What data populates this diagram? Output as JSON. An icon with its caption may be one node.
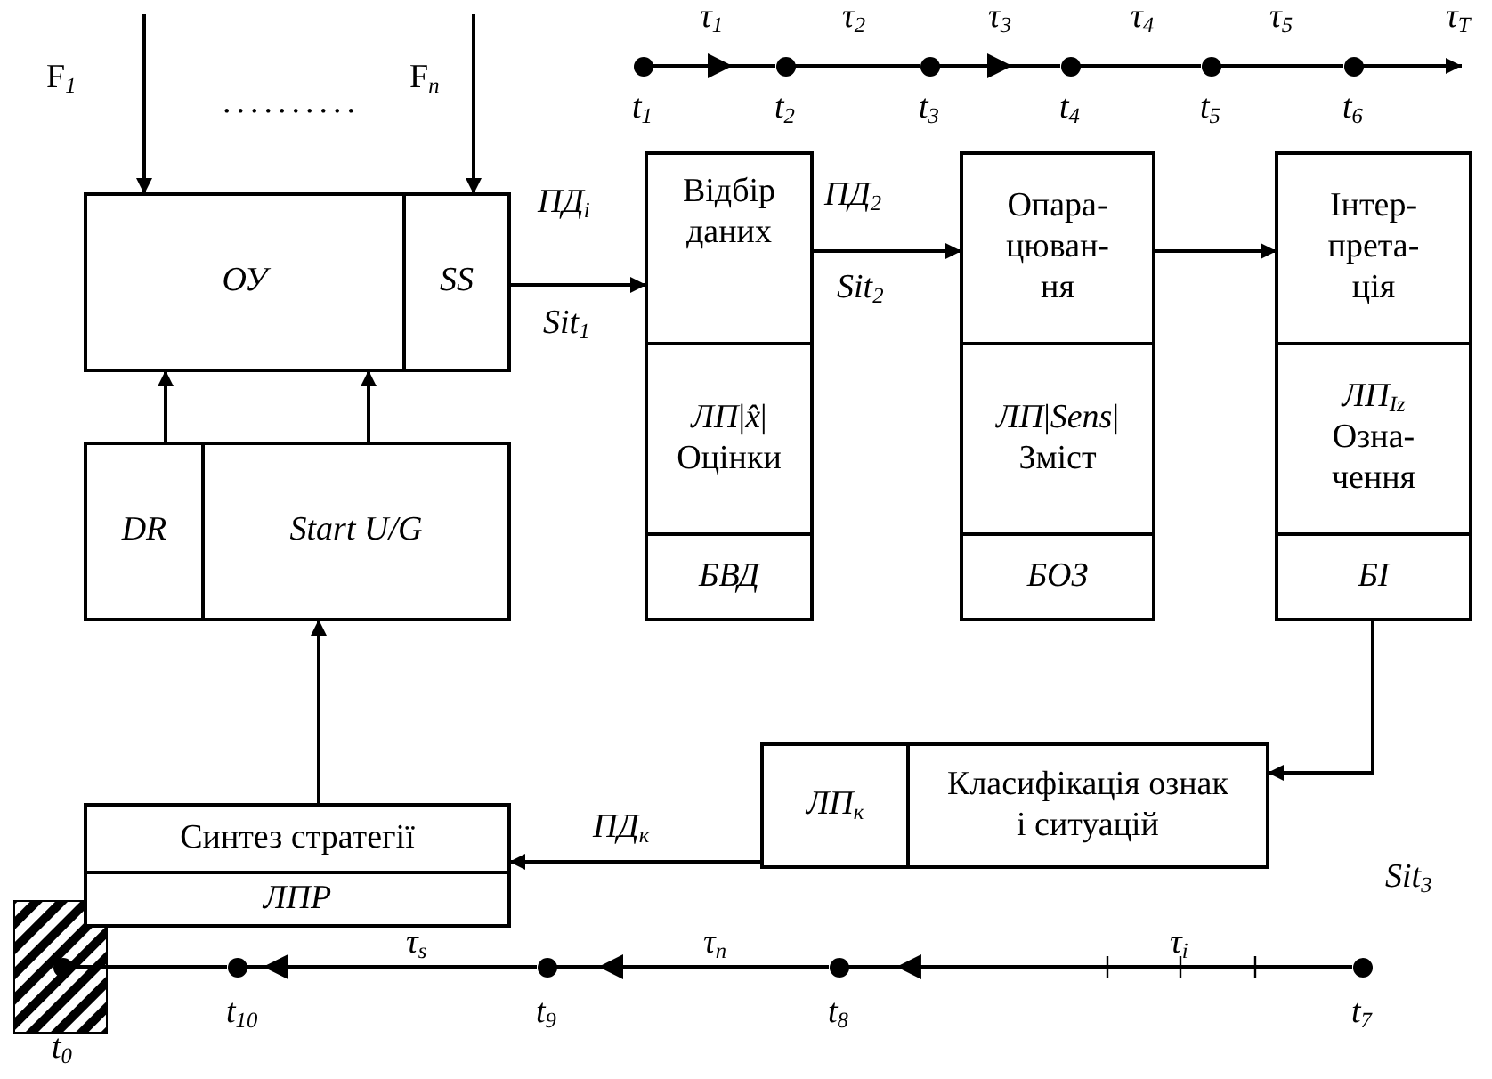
{
  "diagram": {
    "nodes": [
      {
        "text": [
          "ОУ"
        ]
      },
      {
        "text": [
          "SS"
        ]
      },
      {
        "text": [
          "DR"
        ]
      },
      {
        "text": [
          "Start U/G"
        ]
      },
      {
        "text": [
          "Відбір даних"
        ]
      },
      {
        "text": [
          "*ЛП*|*x̂*|",
          "Оцінки"
        ]
      },
      {
        "text": [
          "БВД"
        ]
      },
      {
        "text": [
          "Опара- цюван- ня"
        ]
      },
      {
        "text": [
          "*ЛП*|*Sens*|",
          "Зміст"
        ]
      },
      {
        "text": [
          "БОЗ"
        ]
      },
      {
        "text": [
          "Інтер- прета- ція"
        ]
      },
      {
        "text": [
          "*ЛП*$_{Iz}$",
          "Озна- чення"
        ]
      },
      {
        "text": [
          "БІ"
        ]
      },
      {
        "text": [
          "Класифікація ознак і ситуацій"
        ]
      },
      {
        "text": [
          "*ЛП*$_{к}$"
        ]
      },
      {
        "text": [
          "Синтез стратегії"
        ]
      },
      {
        "text": [
          "ЛПР"
        ]
      },
      {
        "text": [],
        "shape": "circle",
        "beside": [
          "t$_{1}$"
        ]
      },
      {
        "text": [],
        "shape": "circle",
        "beside": [
          "t$_{2}$"
        ]
      },
      {
        "text": [],
        "shape": "circle",
        "beside": [
          "t$_{3}$"
        ]
      },
      {
        "text": [],
        "shape": "circle",
        "beside": [
          "t$_{4}$"
        ]
      },
      {
        "text": [],
        "shape": "circle",
        "beside": [
          "t$_{5}$"
        ]
      },
      {
        "text": [],
        "shape": "circle",
        "beside": [
          "t$_{6}$"
        ]
      },
      {
        "text": [],
        "shape": "circle",
        "beside": [
          "t$_{7}$"
        ]
      },
      {
        "text": [],
        "shape": "circle",
        "beside": [
          "t$_{8}$"
        ]
      },
      {
        "text": [],
        "shape": "circle",
        "beside": [
          "t$_{9}$"
        ]
      },
      {
        "text": [],
        "shape": "circle",
        "beside": [
          "t$_{10}$"
        ]
      },
      {
        "text": [],
        "shape": "circle",
        "beside": [
          "t$_{0}$"
        ]
      }
    ],
    "edges": [
      {
        "from": null,
        "to": 0,
        "arrow": "to",
        "label": "F$_{1}$"
      },
      {
        "from": null,
        "to": 1,
        "arrow": "to",
        "label": "F$_{n}$"
      },
      {
        "from": 1,
        "to": 4,
        "arrow": "to",
        "label": "*ПД*$_{i}$"
      },
      {
        "from": 4,
        "to": 7,
        "arrow": "to",
        "label": "*ПД*$_{2}$"
      },
      {
        "from": 7,
        "to": 10,
        "arrow": "to"
      },
      {
        "from": 12,
        "to": 13,
        "arrow": "to"
      },
      {
        "from": 14,
        "to": 15,
        "arrow": "to",
        "label": "*ПД*$_{к}$"
      },
      {
        "from": 15,
        "to": 3,
        "arrow": "to"
      },
      {
        "from": 2,
        "to": 0,
        "arrow": "to"
      },
      {
        "from": 3,
        "to": 0,
        "arrow": "to"
      },
      {
        "from": 17,
        "to": 18,
        "arrow": "to",
        "label": "τ$_{1}$"
      },
      {
        "from": 18,
        "to": 19,
        "arrow": "none",
        "label": "τ$_{2}$"
      },
      {
        "from": 19,
        "to": 20,
        "arrow": "to",
        "label": "τ$_{3}$"
      },
      {
        "from": 20,
        "to": 21,
        "arrow": "none",
        "label": "τ$_{4}$"
      },
      {
        "from": 21,
        "to": 22,
        "arrow": "none",
        "label": "τ$_{5}$"
      },
      {
        "from": 22,
        "to": null,
        "arrow": "to",
        "label": "τ$_{T}$"
      },
      {
        "from": 23,
        "to": 24,
        "arrow": "to",
        "label": "τ$_{i}$"
      },
      {
        "from": 24,
        "to": 25,
        "arrow": "to",
        "label": "τ$_{n}$"
      },
      {
        "from": 25,
        "to": 26,
        "arrow": "to",
        "label": "τ$_{s}$"
      },
      {
        "from": 26,
        "to": 27,
        "arrow": "none"
      }
    ],
    "labels": [
      "..........",
      "Sit$_{1}$",
      "Sit$_{2}$",
      "Sit$_{3}$"
    ]
  }
}
